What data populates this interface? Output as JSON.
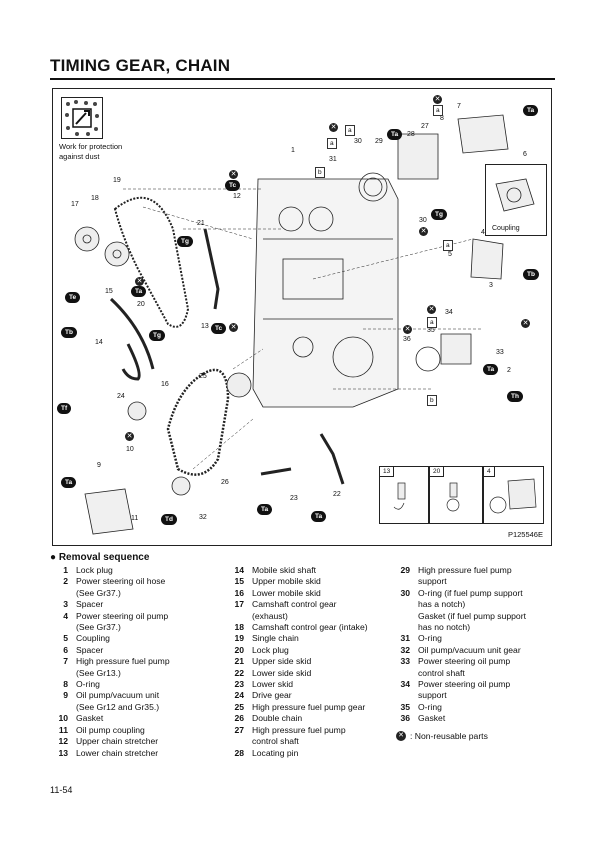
{
  "page": {
    "title": "TIMING GEAR, CHAIN",
    "page_number": "11-54"
  },
  "figure": {
    "protection_note": "Work for protection\nagainst dust",
    "figure_id": "P125546E",
    "coupling_label": "Coupling",
    "inset_numbers": [
      "13",
      "20",
      "4"
    ],
    "callouts": [
      "1",
      "2",
      "3",
      "4",
      "5",
      "6",
      "7",
      "8",
      "9",
      "10",
      "11",
      "12",
      "13",
      "14",
      "15",
      "16",
      "17",
      "18",
      "19",
      "20",
      "21",
      "22",
      "23",
      "24",
      "25",
      "26",
      "27",
      "28",
      "29",
      "30",
      "31",
      "32",
      "33",
      "34",
      "35",
      "36"
    ],
    "torque_badges": [
      "Ta",
      "Tb",
      "Tc",
      "Td",
      "Te",
      "Tf",
      "Tg",
      "Th"
    ],
    "lube_tags": [
      "a",
      "b"
    ]
  },
  "removal": {
    "heading": "Removal sequence",
    "col1": [
      {
        "n": "1",
        "t": "Lock plug"
      },
      {
        "n": "2",
        "t": "Power steering oil hose\n(See Gr37.)"
      },
      {
        "n": "3",
        "t": "Spacer"
      },
      {
        "n": "4",
        "t": "Power steering oil pump\n(See Gr37.)"
      },
      {
        "n": "5",
        "t": "Coupling"
      },
      {
        "n": "6",
        "t": "Spacer"
      },
      {
        "n": "7",
        "t": "High pressure fuel pump\n(See Gr13.)"
      },
      {
        "n": "8",
        "t": "O-ring"
      },
      {
        "n": "9",
        "t": "Oil pump/vacuum unit\n(See Gr12 and Gr35.)"
      },
      {
        "n": "10",
        "t": "Gasket"
      },
      {
        "n": "11",
        "t": "Oil pump coupling"
      },
      {
        "n": "12",
        "t": "Upper chain stretcher"
      },
      {
        "n": "13",
        "t": "Lower chain stretcher"
      }
    ],
    "col2": [
      {
        "n": "14",
        "t": "Mobile skid shaft"
      },
      {
        "n": "15",
        "t": "Upper mobile skid"
      },
      {
        "n": "16",
        "t": "Lower mobile skid"
      },
      {
        "n": "17",
        "t": "Camshaft control gear\n(exhaust)"
      },
      {
        "n": "18",
        "t": "Camshaft control gear (intake)"
      },
      {
        "n": "19",
        "t": "Single chain"
      },
      {
        "n": "20",
        "t": "Lock plug"
      },
      {
        "n": "21",
        "t": "Upper side skid"
      },
      {
        "n": "22",
        "t": "Lower side skid"
      },
      {
        "n": "23",
        "t": "Lower skid"
      },
      {
        "n": "24",
        "t": "Drive gear"
      },
      {
        "n": "25",
        "t": "High pressure fuel pump gear"
      },
      {
        "n": "26",
        "t": "Double chain"
      },
      {
        "n": "27",
        "t": "High pressure fuel pump\ncontrol shaft"
      },
      {
        "n": "28",
        "t": "Locating pin"
      }
    ],
    "col3": [
      {
        "n": "29",
        "t": "High pressure fuel pump\nsupport"
      },
      {
        "n": "30",
        "t": "O-ring (if fuel pump support\nhas a notch)\nGasket (if fuel pump support\nhas no notch)"
      },
      {
        "n": "31",
        "t": "O-ring"
      },
      {
        "n": "32",
        "t": "Oil pump/vacuum unit gear"
      },
      {
        "n": "33",
        "t": "Power steering oil pump\ncontrol shaft"
      },
      {
        "n": "34",
        "t": "Power steering oil pump\nsupport"
      },
      {
        "n": "35",
        "t": "O-ring"
      },
      {
        "n": "36",
        "t": "Gasket"
      }
    ],
    "legend": ":  Non-reusable parts"
  }
}
